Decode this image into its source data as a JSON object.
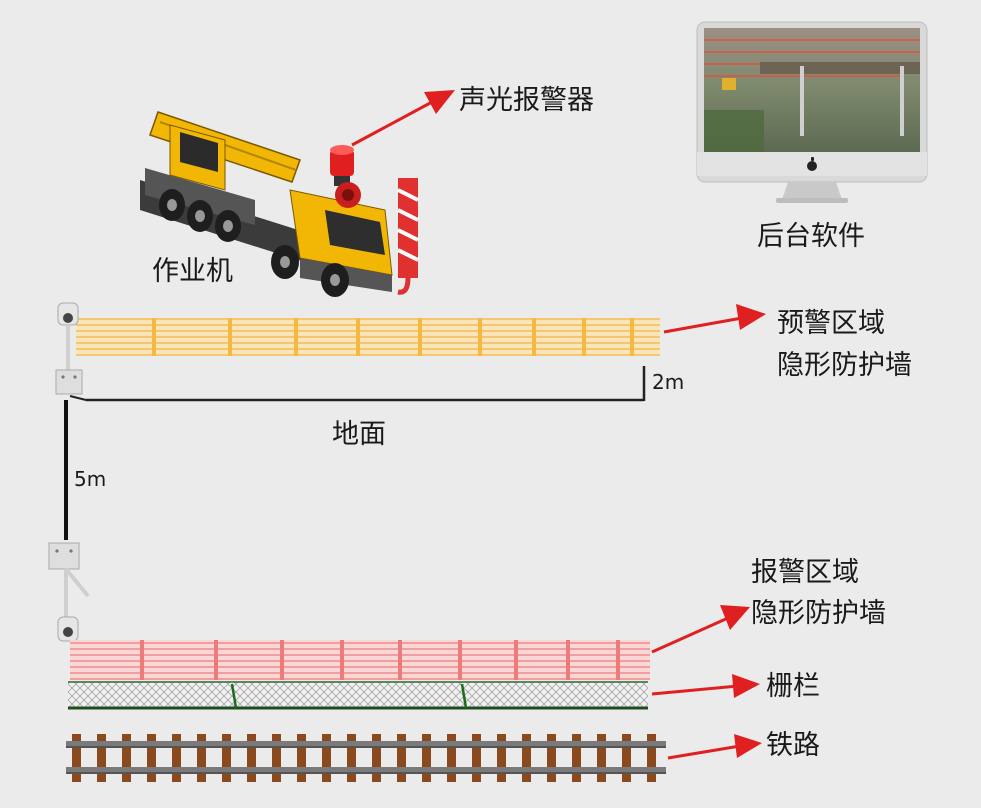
{
  "labels": {
    "alarm_device": "声光报警器",
    "backend_software": "后台软件",
    "work_machine": "作业机",
    "warning_zone_line1": "预警区域",
    "warning_zone_line2": "隐形防护墙",
    "height_2m": "2m",
    "ground": "地面",
    "height_5m": "5m",
    "alarm_zone_line1": "报警区域",
    "alarm_zone_line2": "隐形防护墙",
    "fence": "栅栏",
    "railway": "铁路"
  },
  "colors": {
    "background": "#ebebeb",
    "warning_zone": "#f3c15a",
    "alarm_zone": "#f08080",
    "arrow": "#e02020",
    "crane_body": "#f2b705",
    "rail_tie": "#8b4a1e",
    "rail": "#777777"
  },
  "icons": [
    "crane-icon",
    "beacon-icon",
    "monitor-icon",
    "apple-logo-icon",
    "camera-icon",
    "bracket-icon"
  ]
}
